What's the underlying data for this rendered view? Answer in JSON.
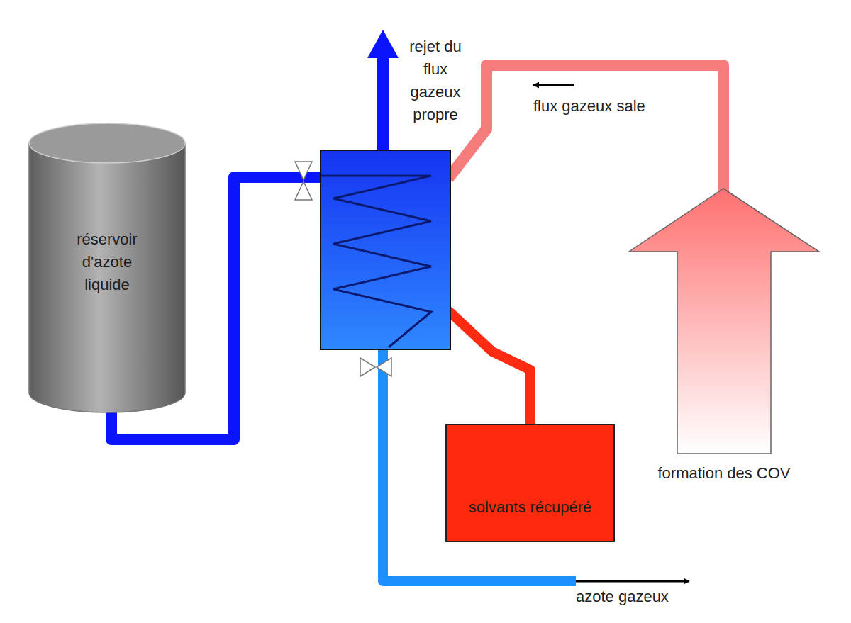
{
  "diagram": {
    "nodes": [
      {
        "text": [
          "réservoir d'azote liquide"
        ]
      },
      {
        "text": [
          "solvants récupéré"
        ]
      },
      {
        "text": [
          "formation des COV"
        ]
      }
    ],
    "labels": [
      "rejet du flux gazeux propre",
      "flux gazeux sale",
      "azote gazeux"
    ]
  }
}
